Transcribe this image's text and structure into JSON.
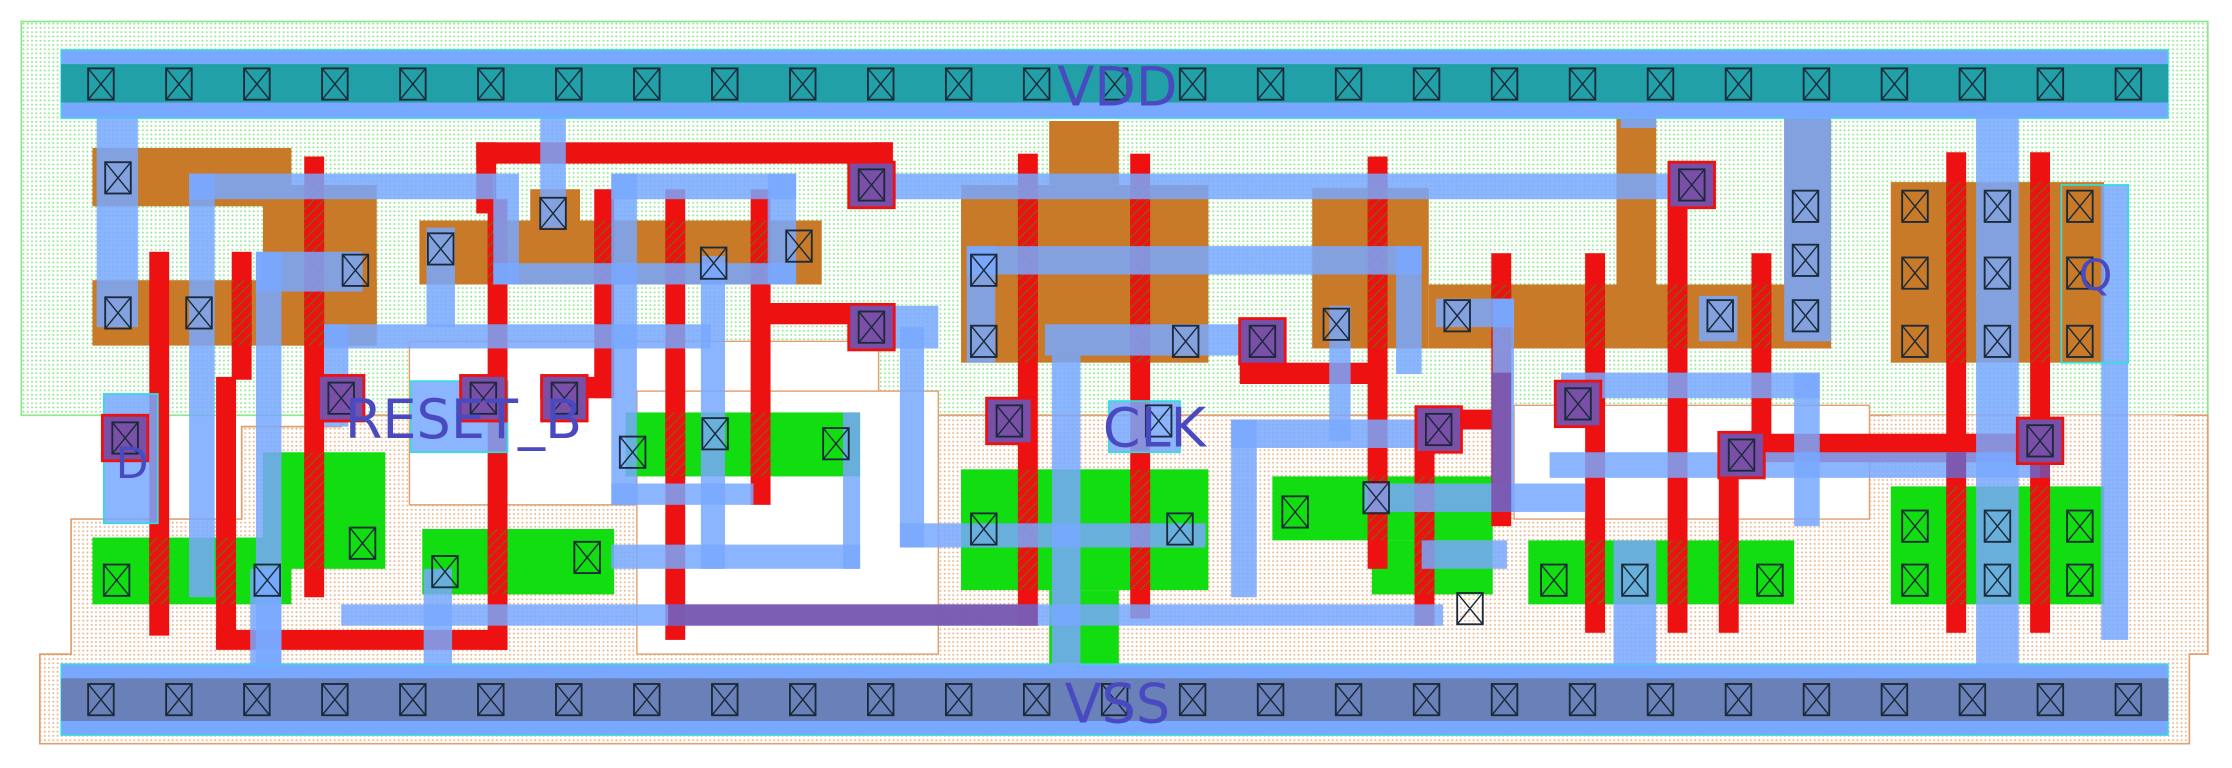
{
  "cell": {
    "pins": {
      "vdd": "VDD",
      "vss": "VSS",
      "reset_b": "RESET_B",
      "d": "D",
      "clk": "CLK",
      "q": "Q"
    }
  },
  "colors": {
    "nwell": "#8ee88e",
    "psel": "#e0a070",
    "pdiff": "#c87a28",
    "ndiff": "#11dd11",
    "poly": "#ee1111",
    "metal1": "#78a8ff",
    "rail": "#22a0a8",
    "polycon": "#7a4fa8",
    "pin_outline": "#33dddd",
    "label": "#4a4ac0"
  }
}
